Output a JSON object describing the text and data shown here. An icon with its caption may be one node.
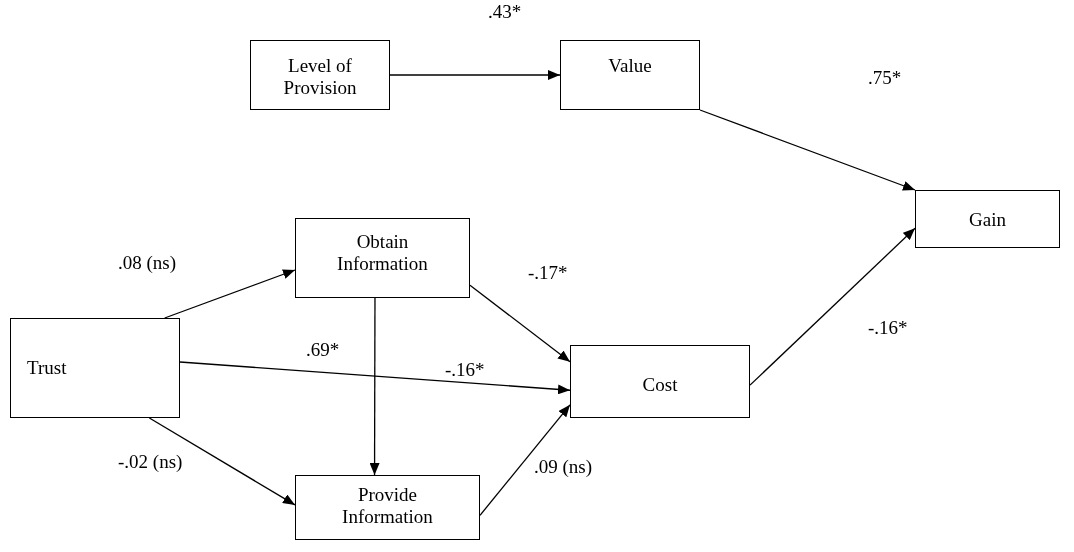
{
  "diagram": {
    "nodes": [
      {
        "text": [
          "Level of Provision"
        ]
      },
      {
        "text": [
          "Value"
        ]
      },
      {
        "text": [
          "Gain"
        ]
      },
      {
        "text": [
          "Obtain Information"
        ]
      },
      {
        "text": [
          "Trust"
        ]
      },
      {
        "text": [
          "Cost"
        ]
      },
      {
        "text": [
          "Provide Information"
        ]
      }
    ],
    "edges": [
      {
        "from": 0,
        "to": 1,
        "arrow": "to",
        "label": ".43*"
      },
      {
        "from": 1,
        "to": 2,
        "arrow": "to",
        "label": ".75*"
      },
      {
        "from": 3,
        "to": 5,
        "arrow": "to",
        "label": "-.17*"
      },
      {
        "from": 5,
        "to": 2,
        "arrow": "to",
        "label": "-.16*"
      },
      {
        "from": 4,
        "to": 3,
        "arrow": "to",
        "label": ".08 (ns)"
      },
      {
        "from": 3,
        "to": 6,
        "arrow": "to",
        "label": ".69*"
      },
      {
        "from": 4,
        "to": 5,
        "arrow": "to",
        "label": "-.16*"
      },
      {
        "from": 4,
        "to": 6,
        "arrow": "to",
        "label": "-.02 (ns)"
      },
      {
        "from": 6,
        "to": 5,
        "arrow": "to",
        "label": ".09 (ns)"
      }
    ]
  }
}
